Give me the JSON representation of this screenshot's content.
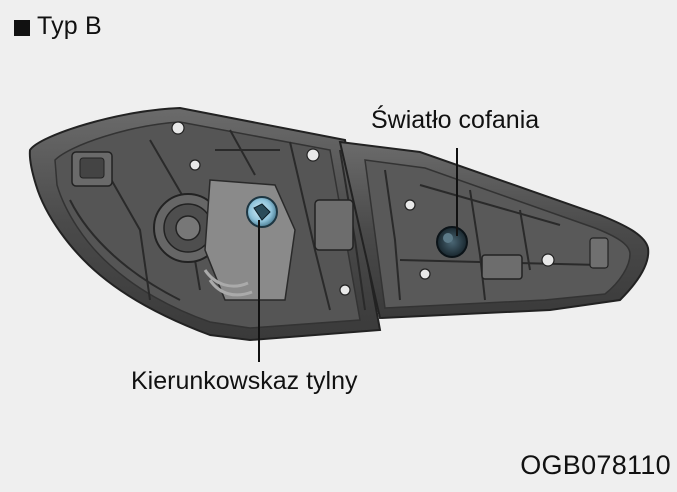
{
  "header": {
    "square_icon": "black-square-icon",
    "label": "Typ B"
  },
  "callouts": {
    "reverse_light": "Światło cofania",
    "rear_turn_signal": "Kierunkowskaz tylny"
  },
  "figure_code": "OGB078110",
  "colors": {
    "housing": "#4a4a4a",
    "housing_dark": "#2f2f2f",
    "housing_light": "#7a7a7a",
    "bulb_highlight": "#a9d4e6",
    "bulb_dark": "#1c2a33",
    "background": "#efefef"
  }
}
